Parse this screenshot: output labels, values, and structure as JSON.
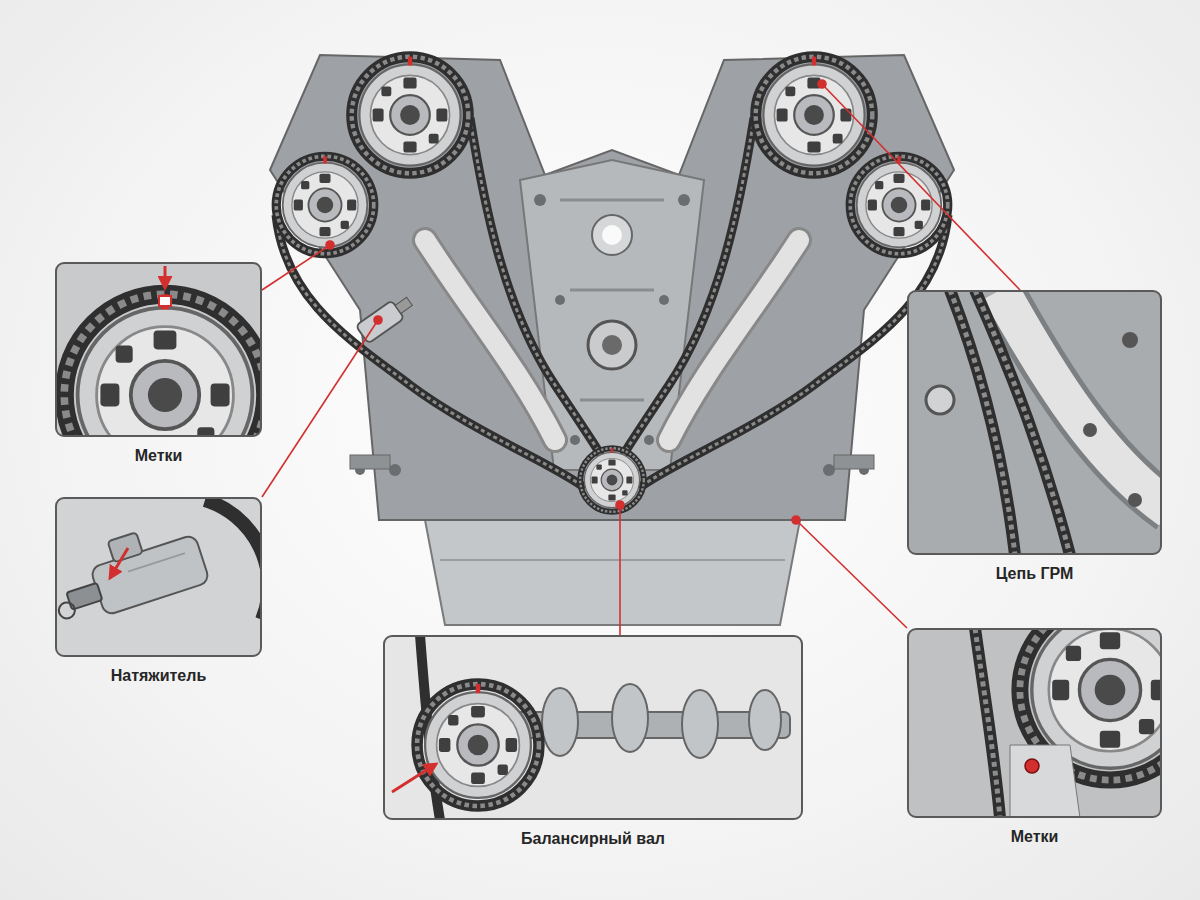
{
  "diagram": {
    "nodes": [
      {
        "text": [
          "Метки"
        ]
      },
      {
        "text": [
          "Цепь ГРМ"
        ]
      },
      {
        "text": [
          "Натяжитель"
        ]
      },
      {
        "text": [
          "Балансирный вал"
        ]
      },
      {
        "text": [
          "Метки"
        ]
      }
    ]
  }
}
